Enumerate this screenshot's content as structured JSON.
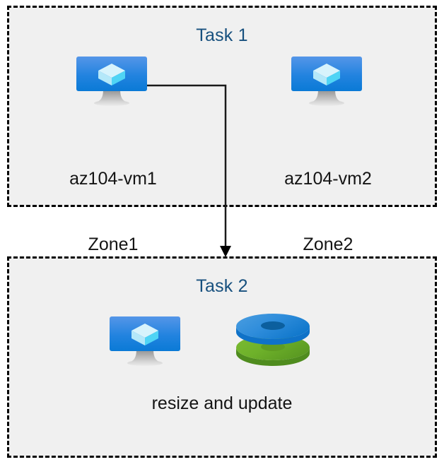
{
  "diagram": {
    "title_color": "#17507e",
    "box_fill": "#f0f0f0",
    "box_border_color": "#000000",
    "connector_color": "#1a1a1a"
  },
  "groups": [
    {
      "id": "task1",
      "title": "Task 1",
      "nodes": [
        {
          "icon": "virtual-machine-icon",
          "label_line1": "az104-vm1",
          "label_line2": "Zone1"
        },
        {
          "icon": "virtual-machine-icon",
          "label_line1": "az104-vm2",
          "label_line2": "Zone2"
        }
      ]
    },
    {
      "id": "task2",
      "title": "Task 2",
      "nodes": [
        {
          "icon": "virtual-machine-icon",
          "label_line1": "",
          "label_line2": ""
        },
        {
          "icon": "disks-icon",
          "label_line1": "",
          "label_line2": ""
        }
      ],
      "caption": "resize and update"
    }
  ],
  "connector": {
    "from": "az104-vm1",
    "to": "Task 2",
    "arrow": "down-arrow"
  },
  "colors": {
    "monitor_screen_top": "#5596e8",
    "monitor_screen_bottom": "#0a7ad6",
    "monitor_stand": "#9b9b9b",
    "cube_top": "#d7f3fc",
    "cube_left": "#aee6f7",
    "cube_right": "#4fd4f5",
    "disk_blue_top": "#2f8ddb",
    "disk_blue_side": "#0f72c8",
    "disk_blue_hole": "#0c5f9e",
    "disk_green_top": "#6eb12a",
    "disk_green_side": "#4f8c1e",
    "disk_green_hole": "#5f9c22"
  }
}
